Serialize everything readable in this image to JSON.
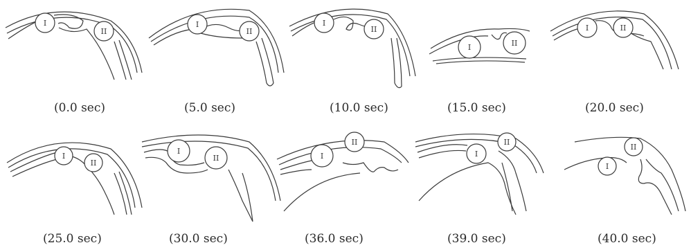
{
  "figure": {
    "panels": [
      {
        "time": "(0.0 sec)",
        "label_a": "I",
        "label_b": "II"
      },
      {
        "time": "(5.0 sec)",
        "label_a": "I",
        "label_b": "II"
      },
      {
        "time": "(10.0 sec)",
        "label_a": "I",
        "label_b": "II"
      },
      {
        "time": "(15.0 sec)",
        "label_a": "I",
        "label_b": "II"
      },
      {
        "time": "(20.0 sec)",
        "label_a": "I",
        "label_b": "II"
      },
      {
        "time": "(25.0 sec)",
        "label_a": "I",
        "label_b": "II"
      },
      {
        "time": "(30.0 sec)",
        "label_a": "I",
        "label_b": "II"
      },
      {
        "time": "(36.0 sec)",
        "label_a": "I",
        "label_b": "II"
      },
      {
        "time": "(39.0 sec)",
        "label_a": "I",
        "label_b": "II"
      },
      {
        "time": "(40.0 sec)",
        "label_a": "I",
        "label_b": "II"
      }
    ],
    "line_color": "#3a3a3a",
    "background": "#ffffff"
  }
}
